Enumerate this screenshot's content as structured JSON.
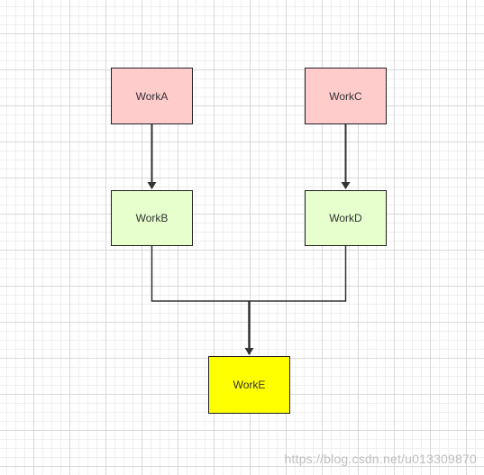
{
  "diagram": {
    "nodes": {
      "work_a": {
        "label": "WorkA",
        "fill": "#ffcccc"
      },
      "work_b": {
        "label": "WorkB",
        "fill": "#e6ffcc"
      },
      "work_c": {
        "label": "WorkC",
        "fill": "#ffcccc"
      },
      "work_d": {
        "label": "WorkD",
        "fill": "#e6ffcc"
      },
      "work_e": {
        "label": "WorkE",
        "fill": "#ffff00"
      }
    },
    "edges": [
      {
        "from": "WorkA",
        "to": "WorkB"
      },
      {
        "from": "WorkC",
        "to": "WorkD"
      },
      {
        "from": "WorkB",
        "to": "WorkE"
      },
      {
        "from": "WorkD",
        "to": "WorkE"
      }
    ],
    "edge_color": "#333333",
    "grid_color": "#d9d9d9"
  },
  "watermark": {
    "text": "https://blog.csdn.net/u013309870"
  }
}
